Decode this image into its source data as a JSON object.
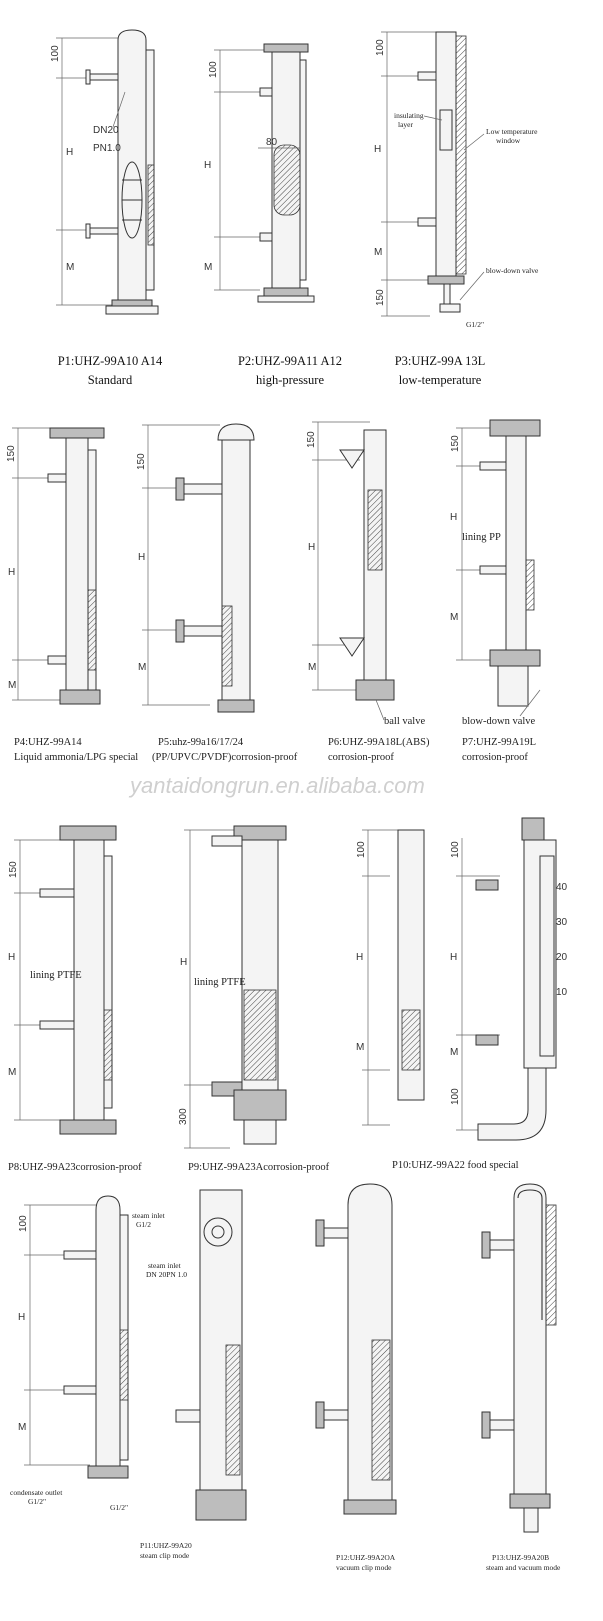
{
  "row1": {
    "p1": {
      "line1": "P1:UHZ-99A10 A14",
      "line2": "Standard",
      "dim_top": "100",
      "dim_h": "H",
      "dim_m": "M",
      "dn": "DN20",
      "pn": "PN1.0"
    },
    "p2": {
      "line1": "P2:UHZ-99A11 A12",
      "line2": "high-pressure",
      "dim_top": "100",
      "dim_h": "H",
      "dim_m": "M",
      "dim_w": "80"
    },
    "p3": {
      "line1": "P3:UHZ-99A 13L",
      "line2": "low-temperature",
      "dim_top": "100",
      "dim_h": "H",
      "dim_m": "M",
      "dim_b": "150",
      "insul1": "insulating",
      "insul2": "layer",
      "low1": "Low temperature",
      "low2": "window",
      "blow": "blow-down valve",
      "g": "G1/2\""
    }
  },
  "row2": {
    "p4": {
      "line1": "P4:UHZ-99A14",
      "line2": "Liquid ammonia/LPG special",
      "dim_top": "150",
      "dim_h": "H",
      "dim_m": "M"
    },
    "p5": {
      "line1": "P5:uhz-99a16/17/24",
      "line2": "(PP/UPVC/PVDF)corrosion-proof",
      "dim_top": "150",
      "dim_h": "H",
      "dim_m": "M"
    },
    "p6": {
      "line1": "P6:UHZ-99A18L(ABS)",
      "line2": "corrosion-proof",
      "dim_top": "150",
      "dim_h": "H",
      "dim_m": "M",
      "ball": "ball valve"
    },
    "p7": {
      "line1": "P7:UHZ-99A19L",
      "line2": "corrosion-proof",
      "dim_top": "150",
      "dim_h": "H",
      "dim_m": "M",
      "lining": "lining PP",
      "blow": "blow-down valve"
    },
    "watermark": "yantaidongrun.en.alibaba.com"
  },
  "row3": {
    "p8": {
      "line1": "P8:UHZ-99A23corrosion-proof",
      "dim_top": "150",
      "dim_h": "H",
      "dim_m": "M",
      "lining": "lining PTFE"
    },
    "p9": {
      "line1": "P9:UHZ-99A23Acorrosion-proof",
      "dim_h": "H",
      "dim_b": "300",
      "lining": "lining PTFE"
    },
    "p10": {
      "line1": "P10:UHZ-99A22 food special",
      "dim_top": "100",
      "dim_h": "H",
      "dim_m": "M",
      "dim_b": "100",
      "scale": [
        "40",
        "30",
        "20",
        "10"
      ]
    }
  },
  "row4": {
    "p11": {
      "line1": "P11:UHZ-99A20",
      "line2": "steam clip mode",
      "dim_top": "100",
      "dim_h": "H",
      "dim_m": "M",
      "steam1": "steam inlet",
      "steam1b": "G1/2",
      "steam2": "steam inlet",
      "steam2b": "DN 20PN 1.0",
      "cond": "condensate outlet",
      "condb": "G1/2\"",
      "g": "G1/2\""
    },
    "p12": {
      "line1": "P12:UHZ-99A2OA",
      "line2": "vacuum clip mode"
    },
    "p13": {
      "line1": "P13:UHZ-99A20B",
      "line2": "steam and vacuum mode"
    }
  }
}
